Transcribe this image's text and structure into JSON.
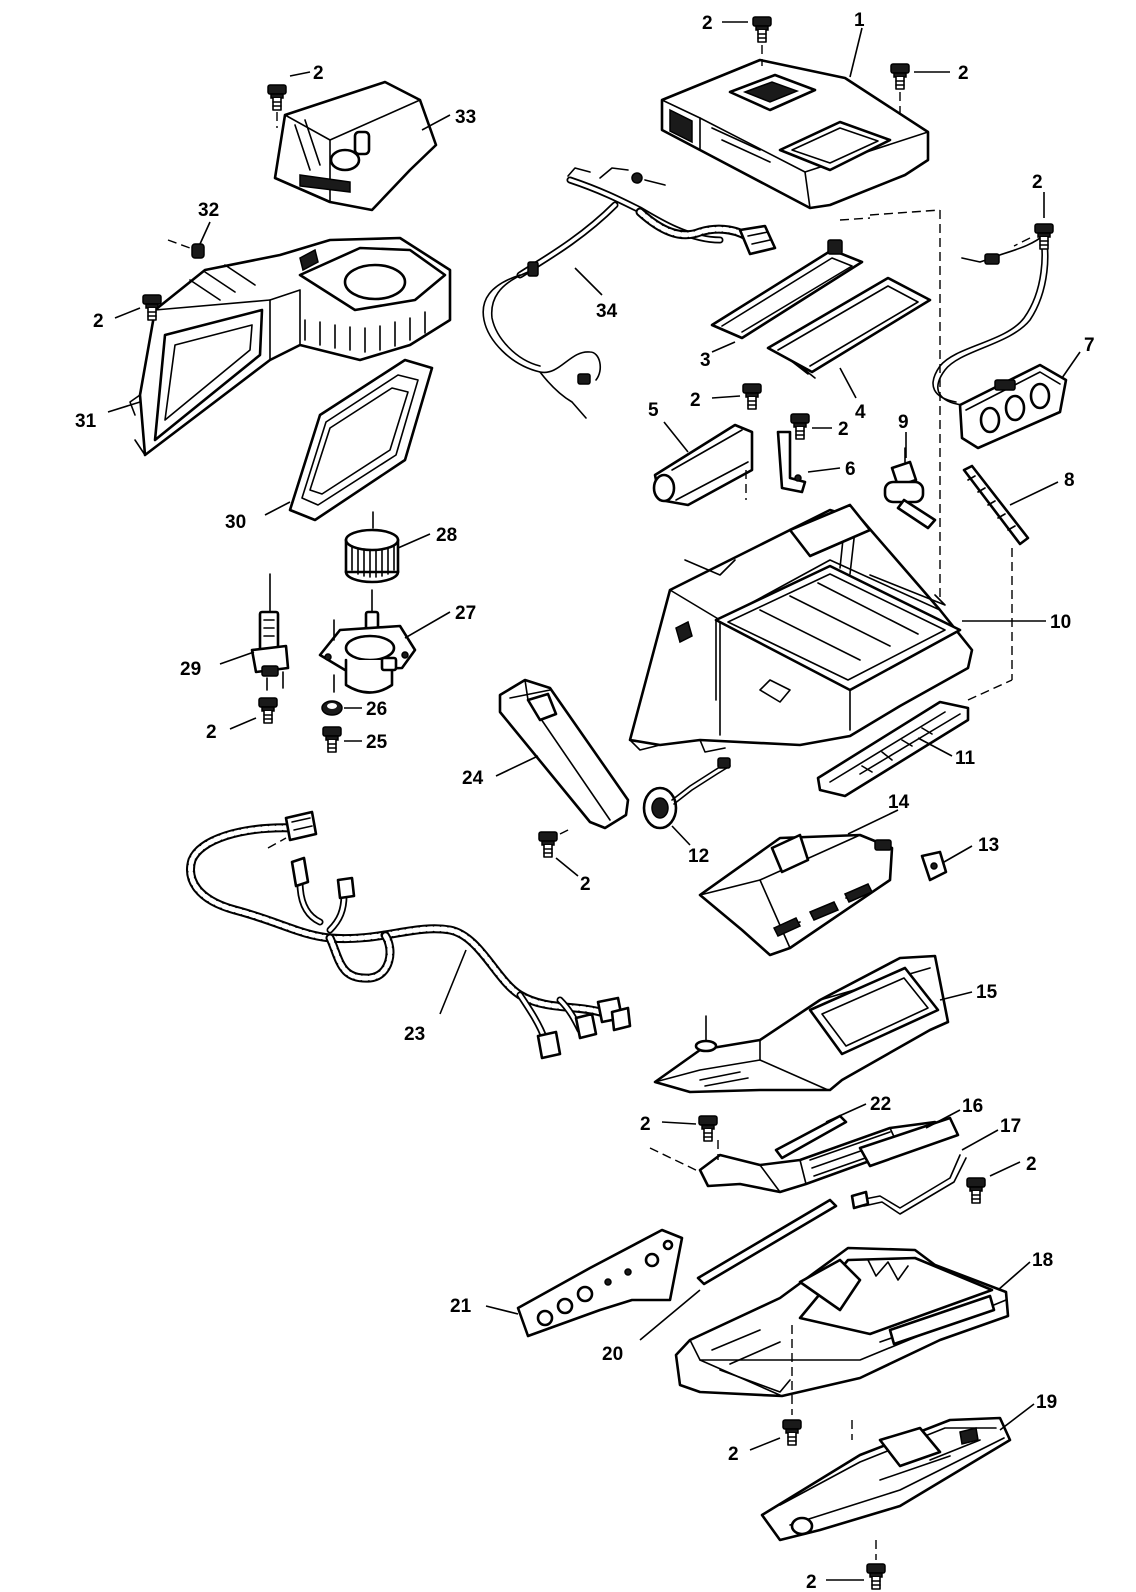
{
  "callouts": {
    "c1": "1",
    "c2": "2",
    "c3": "3",
    "c4": "4",
    "c5": "5",
    "c6": "6",
    "c7": "7",
    "c8": "8",
    "c9": "9",
    "c10": "10",
    "c11": "11",
    "c12": "12",
    "c13": "13",
    "c14": "14",
    "c15": "15",
    "c16": "16",
    "c17": "17",
    "c18": "18",
    "c19": "19",
    "c20": "20",
    "c21": "21",
    "c22": "22",
    "c23": "23",
    "c24": "24",
    "c25": "25",
    "c26": "26",
    "c27": "27",
    "c28": "28",
    "c29": "29",
    "c30": "30",
    "c31": "31",
    "c32": "32",
    "c33": "33",
    "c34": "34"
  },
  "icons": {
    "screw": "screw-icon"
  }
}
